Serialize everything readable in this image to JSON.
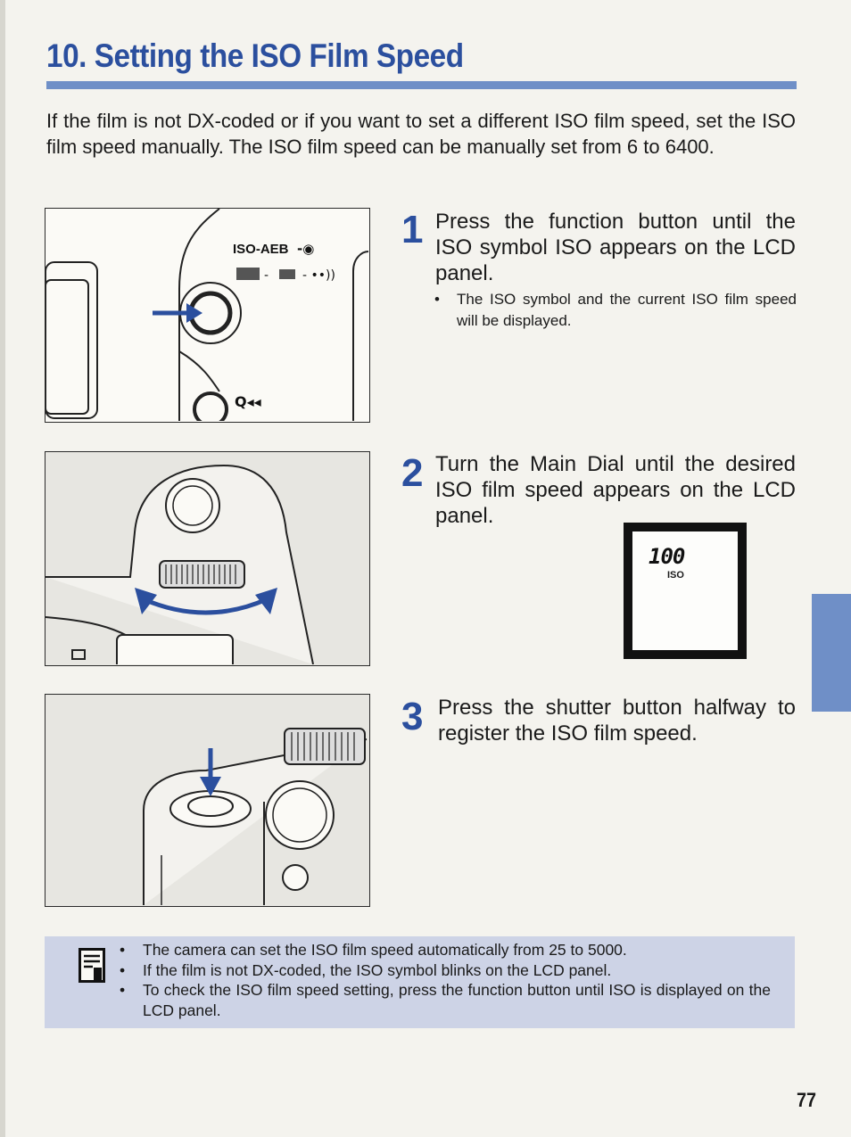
{
  "section": {
    "title": "10. Setting the ISO Film Speed"
  },
  "intro": "If the film is not DX-coded or if you want to set a different ISO film speed, set the ISO film speed manually. The ISO film speed can be manually set from 6 to 6400.",
  "steps": [
    {
      "number": "1",
      "text": "Press the function button until the ISO symbol ISO appears on the LCD panel.",
      "note": "The ISO symbol and the current ISO film speed will be displayed."
    },
    {
      "number": "2",
      "text": "Turn the Main Dial until the desired ISO film speed appears on the LCD panel."
    },
    {
      "number": "3",
      "text": "Press the shutter button halfway to register the ISO film speed."
    }
  ],
  "figures": {
    "fig1": {
      "label": "ISO-AEB"
    },
    "lcd": {
      "value": "100",
      "unit": "ISO"
    }
  },
  "notes": [
    "The camera can set the ISO film speed automatically from 25 to 5000.",
    "If the film is not DX-coded, the ISO symbol blinks on the LCD panel.",
    "To check the ISO film speed setting, press the function button until ISO is displayed on the LCD panel."
  ],
  "page_number": "77",
  "colors": {
    "accent": "#2b4f9e",
    "rule": "#6f8fc7",
    "note_bg": "#cdd3e6"
  }
}
